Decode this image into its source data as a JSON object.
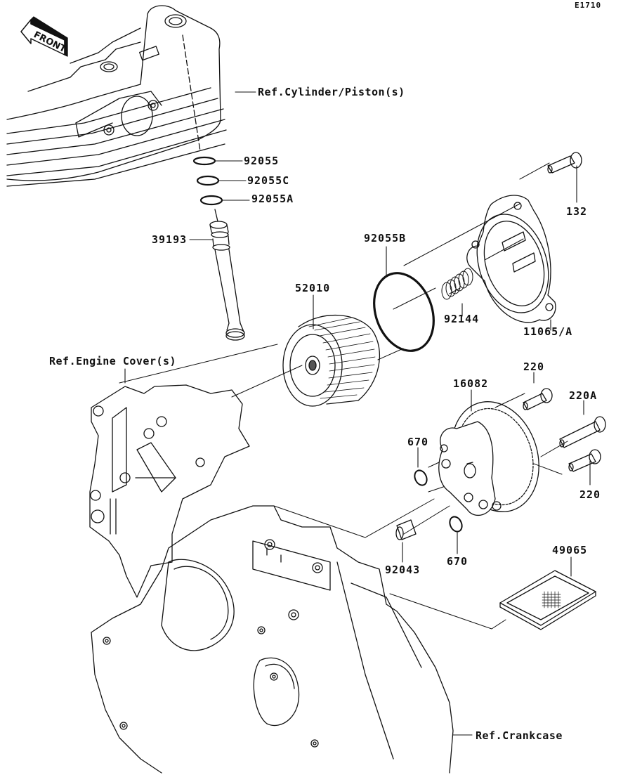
{
  "diagram": {
    "code": "E1710",
    "front_label": "FRONT",
    "references": {
      "cylinder_piston": "Ref.Cylinder/Piston(s)",
      "engine_cover": "Ref.Engine Cover(s)",
      "crankcase": "Ref.Crankcase"
    },
    "parts": [
      {
        "id": "p92055",
        "number": "92055"
      },
      {
        "id": "p92055C",
        "number": "92055C"
      },
      {
        "id": "p92055A",
        "number": "92055A"
      },
      {
        "id": "p39193",
        "number": "39193"
      },
      {
        "id": "p92055B",
        "number": "92055B"
      },
      {
        "id": "p52010",
        "number": "52010"
      },
      {
        "id": "p92144",
        "number": "92144"
      },
      {
        "id": "p132",
        "number": "132"
      },
      {
        "id": "p11065A",
        "number": "11065/A"
      },
      {
        "id": "p220a",
        "number": "220"
      },
      {
        "id": "p16082",
        "number": "16082"
      },
      {
        "id": "p220A",
        "number": "220A"
      },
      {
        "id": "p670a",
        "number": "670"
      },
      {
        "id": "p220b",
        "number": "220"
      },
      {
        "id": "p670b",
        "number": "670"
      },
      {
        "id": "p92043",
        "number": "92043"
      },
      {
        "id": "p49065",
        "number": "49065"
      }
    ]
  }
}
